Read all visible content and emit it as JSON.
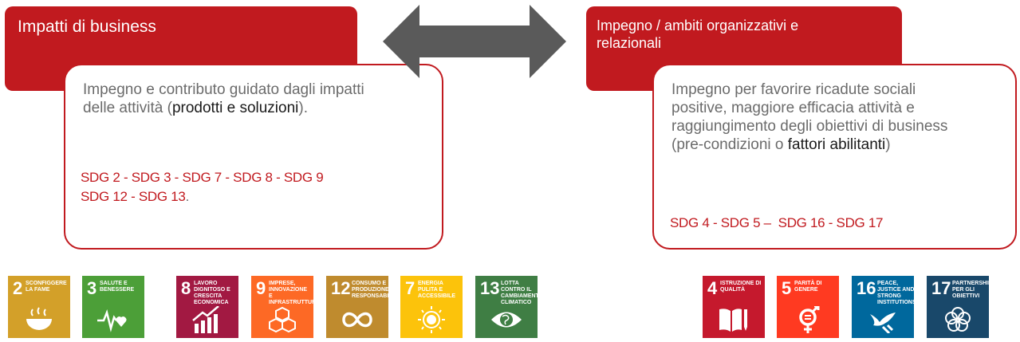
{
  "left_panel": {
    "title": "Impatti di business",
    "body_pre": "Impegno e contributo guidato dagli impatti delle attività (",
    "body_bold": "prodotti e soluzioni",
    "body_post": ").",
    "sdg_line1": "SDG 2 - SDG 3 - SDG 7 - SDG 8 - SDG 9",
    "sdg_line2": "SDG 12 - SDG 13",
    "sdg_line2_end": "."
  },
  "right_panel": {
    "title": "Impegno / ambiti organizzativi e relazionali",
    "body_pre": "Impegno per favorire ricadute sociali positive, maggiore efficacia attività e raggiungimento degli obiettivi di business (pre-condizioni o ",
    "body_bold": "fattori abilitanti",
    "body_post": ")",
    "sdg_line": "SDG 4 - SDG 5 –  SDG 16 - SDG 17"
  },
  "arrow": {
    "icon": "double-arrow-icon",
    "color": "#5a5a5a"
  },
  "colors": {
    "accent": "#c11a1f"
  },
  "sdg_icons_left": [
    {
      "number": "2",
      "label": "Sconfiggere la fame",
      "color": "#d3a029",
      "icon": "bowl-icon"
    },
    {
      "number": "3",
      "label": "Salute e benessere",
      "color": "#4c9f38",
      "icon": "heartbeat-icon"
    },
    {
      "number": "8",
      "label": "Lavoro dignitoso e crescita economica",
      "color": "#a21942",
      "icon": "growth-chart-icon"
    },
    {
      "number": "9",
      "label": "Imprese, innovazione e infrastrutture",
      "color": "#fd6925",
      "icon": "cubes-icon"
    },
    {
      "number": "12",
      "label": "Consumo e produzione responsabili",
      "color": "#bf8b2e",
      "icon": "infinity-icon"
    },
    {
      "number": "7",
      "label": "Energia pulita e accessibile",
      "color": "#fcc30b",
      "icon": "sun-icon"
    },
    {
      "number": "13",
      "label": "Lotta contro il cambiamento climatico",
      "color": "#3f7e44",
      "icon": "eye-globe-icon"
    }
  ],
  "sdg_icons_right": [
    {
      "number": "4",
      "label": "Istruzione di qualità",
      "color": "#c5192d",
      "icon": "book-pencil-icon"
    },
    {
      "number": "5",
      "label": "Parità di genere",
      "color": "#ff3a21",
      "icon": "gender-equality-icon"
    },
    {
      "number": "16",
      "label": "Peace, justice and strong institutions",
      "color": "#00689d",
      "icon": "dove-gavel-icon"
    },
    {
      "number": "17",
      "label": "Partnership per gli obiettivi",
      "color": "#19486a",
      "icon": "interlocking-rings-icon"
    }
  ]
}
